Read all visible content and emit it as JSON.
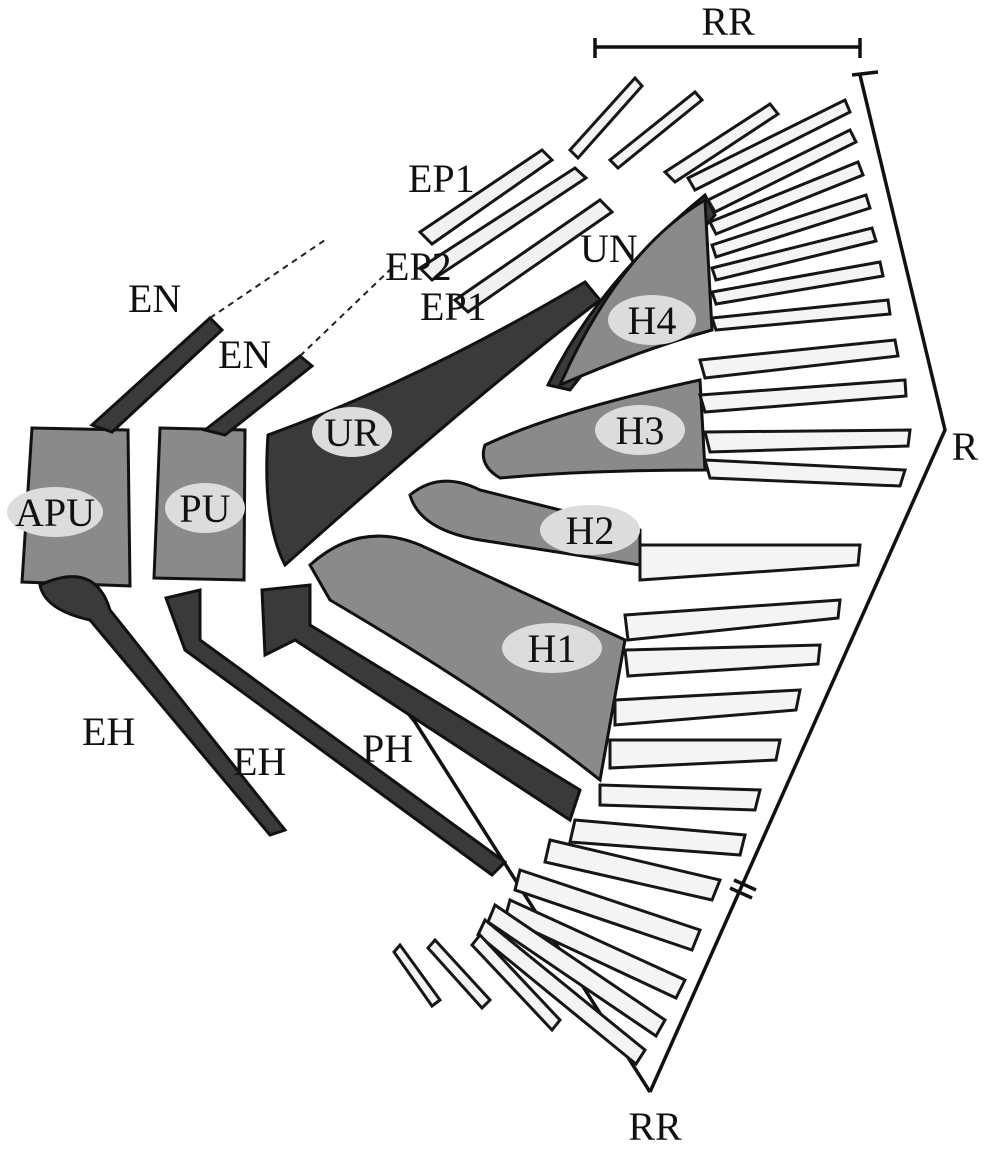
{
  "figure": {
    "labels": {
      "rr_top": "RR",
      "rr_bottom": "RR",
      "r": "R",
      "ep1_upper": "EP1",
      "ep2": "EP2",
      "ep1_lower": "EP1",
      "un": "UN",
      "en_upper": "EN",
      "en_lower": "EN",
      "ur": "UR",
      "h4": "H4",
      "h3": "H3",
      "h2": "H2",
      "h1": "H1",
      "apu": "APU",
      "pu": "PU",
      "eh_left": "EH",
      "eh_right": "EH",
      "ph": "PH"
    }
  }
}
